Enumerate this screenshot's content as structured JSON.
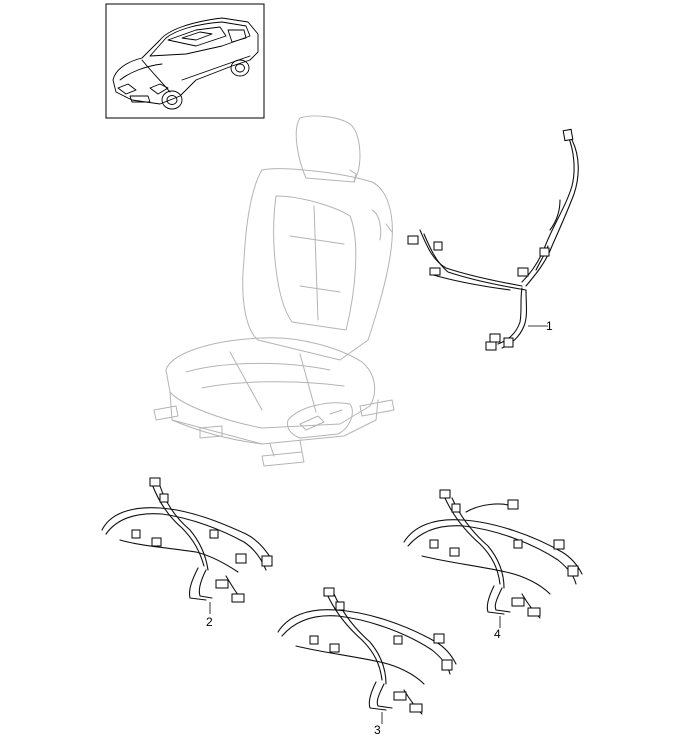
{
  "diagram": {
    "thumbnail": {
      "name": "vehicle-thumbnail"
    },
    "seat": {
      "name": "seat-illustration"
    },
    "parts": [
      {
        "id": "part-1",
        "callout": "1"
      },
      {
        "id": "part-2",
        "callout": "2"
      },
      {
        "id": "part-3",
        "callout": "3"
      },
      {
        "id": "part-4",
        "callout": "4"
      }
    ]
  }
}
